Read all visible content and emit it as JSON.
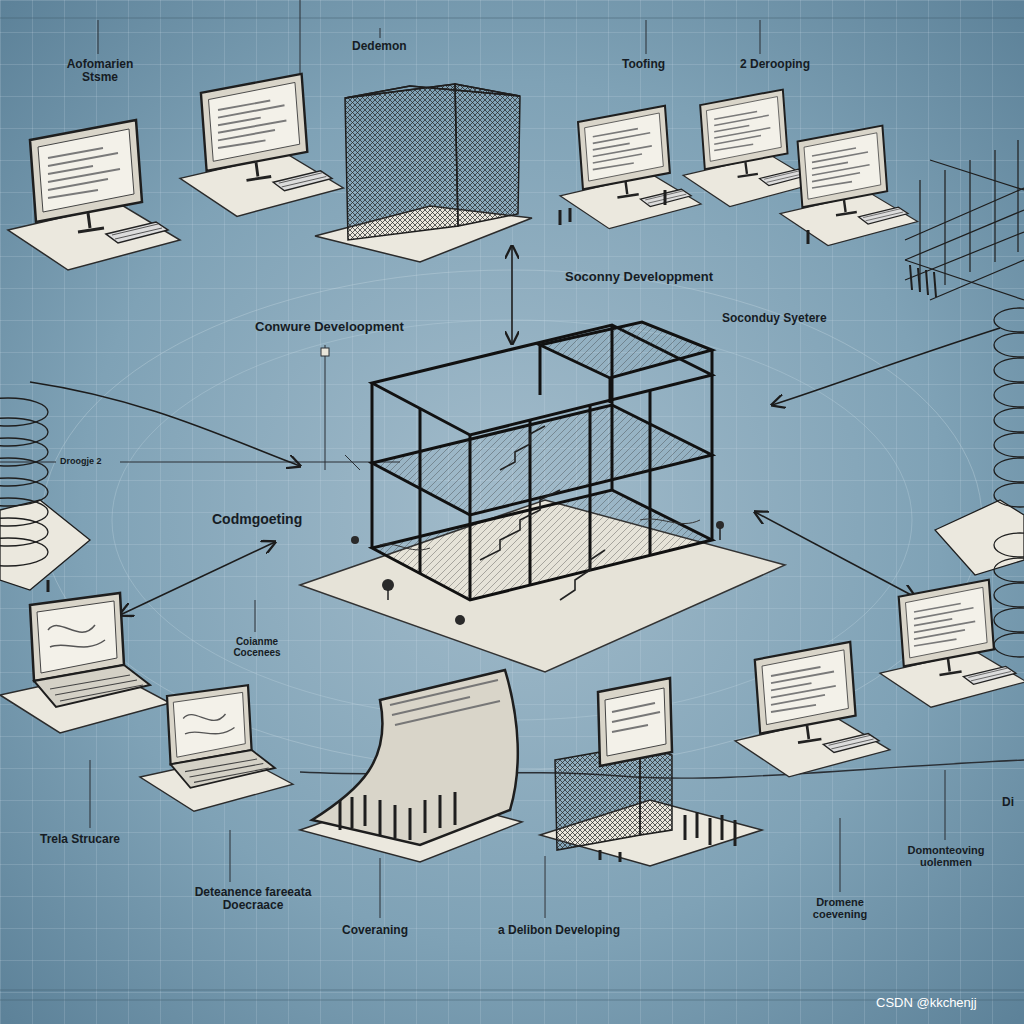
{
  "diagram": {
    "labels": [
      "Aofomarien Stsme",
      "Dedemon",
      "Toofing",
      "2 Derooping",
      "Soconny Developpment",
      "Conwure Develoopment",
      "Soconduy Syetere",
      "Droogje 2",
      "Codmgoeting",
      "Coianme Cocenees",
      "Trela Strucare",
      "Deteanence fareeata Doecraace",
      "Coveraning",
      "a Delibon Developing",
      "Dromene coevening",
      "Domonteoving uolenmen",
      "Di",
      "CSDN @kkchenjj"
    ]
  }
}
